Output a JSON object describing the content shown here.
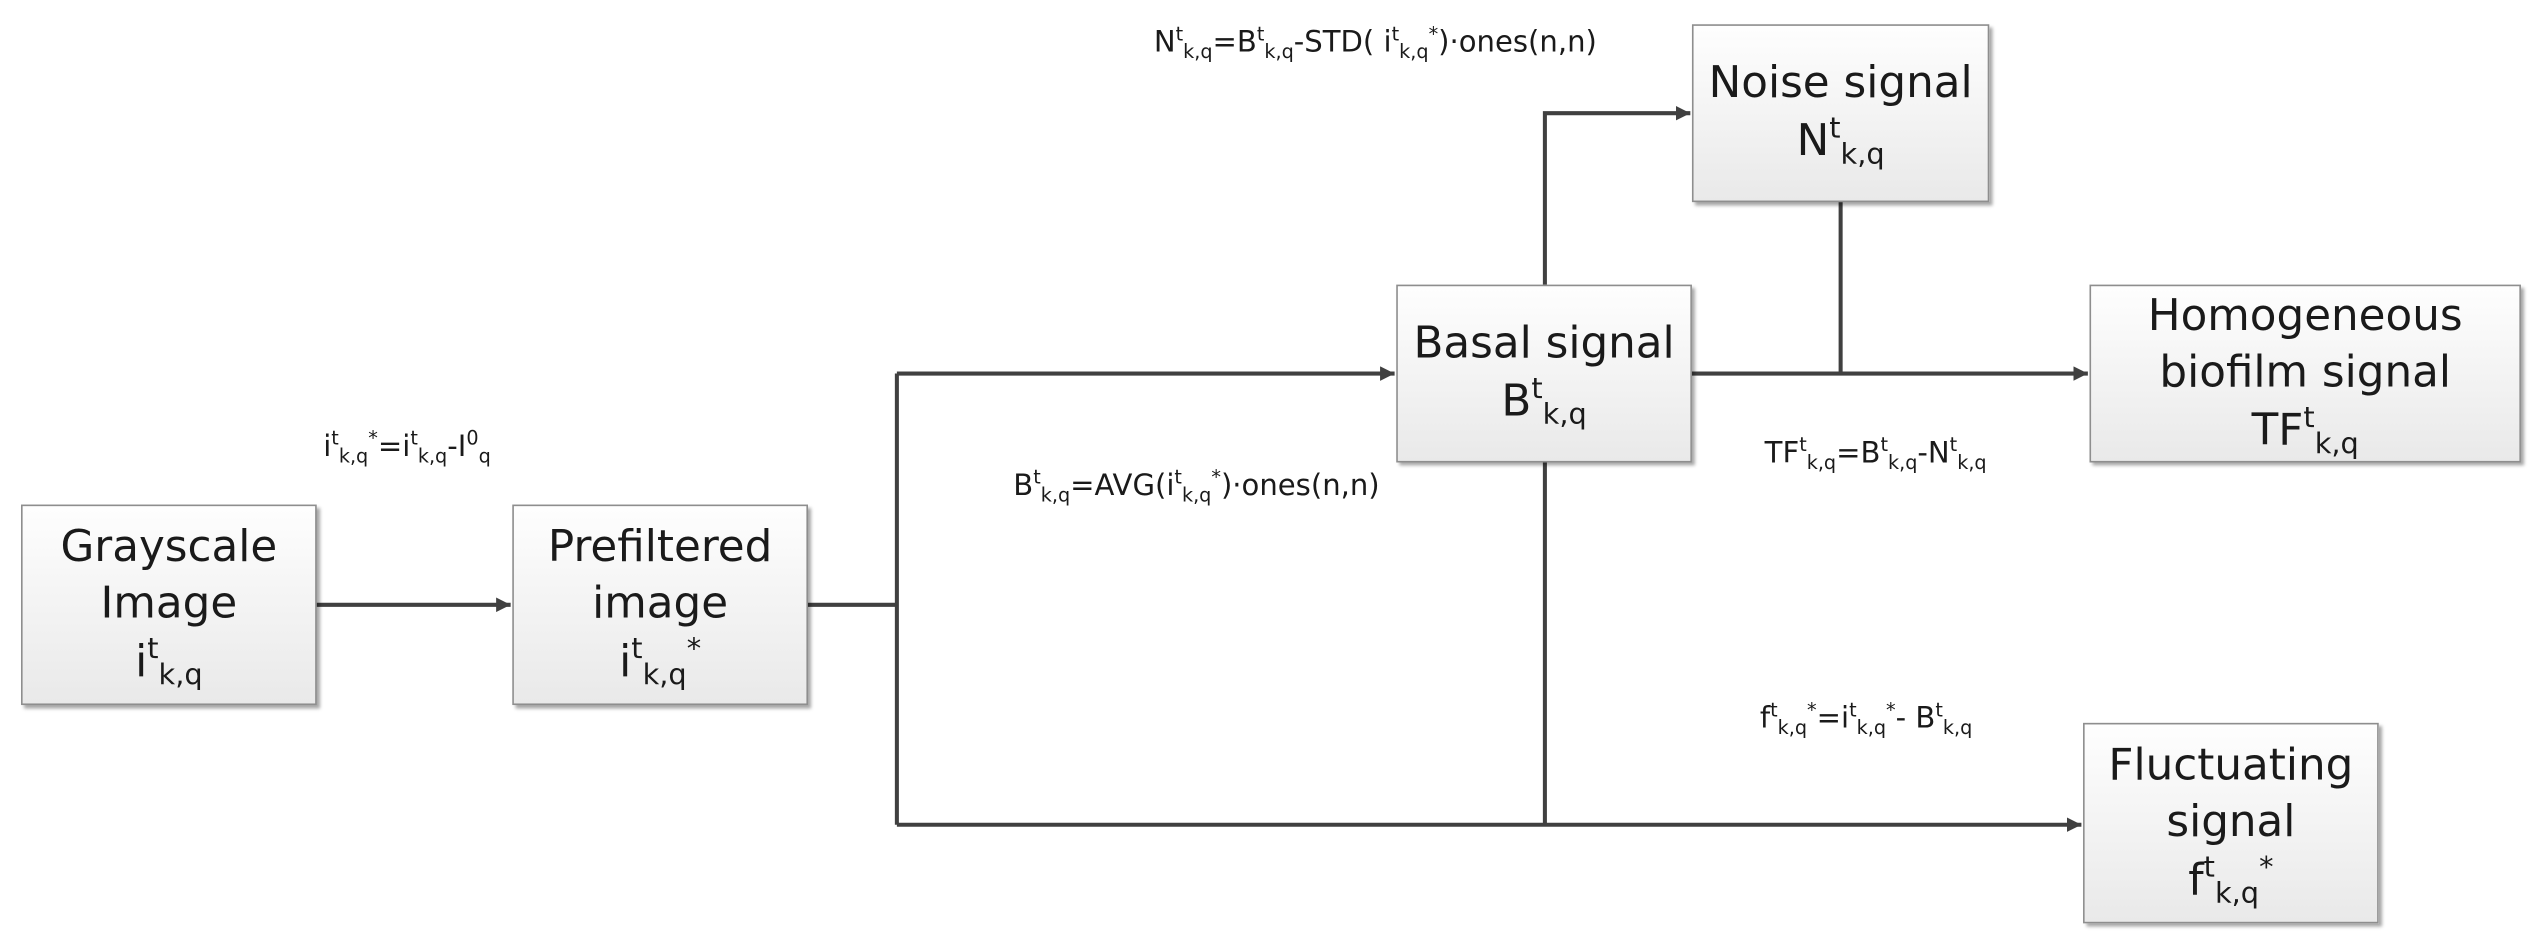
{
  "nodes": {
    "grayscale": {
      "lines": [
        "Grayscale",
        "Image"
      ]
    },
    "prefiltered": {
      "lines": [
        "Prefiltered",
        "image"
      ]
    },
    "basal": {
      "lines": [
        "Basal signal"
      ]
    },
    "noise": {
      "lines": [
        "Noise signal"
      ]
    },
    "homogeneous": {
      "lines": [
        "Homogeneous",
        "biofilm signal"
      ]
    },
    "fluctuating": {
      "lines": [
        "Fluctuating",
        "signal"
      ]
    }
  },
  "symbols": {
    "grayscale": {
      "base": "i",
      "sup": "t",
      "sub": "k,q"
    },
    "prefiltered": {
      "base": "i",
      "sup": "t",
      "sub": "k,q",
      "star": "*"
    },
    "basal": {
      "base": "B",
      "sup": "t",
      "sub": "k,q"
    },
    "noise": {
      "base": "N",
      "sup": "t",
      "sub": "k,q"
    },
    "homogeneous": {
      "base": "TF",
      "sup": "t",
      "sub": "k,q"
    },
    "fluctuating": {
      "base": "f",
      "sup": "t",
      "sub": "k,q",
      "star": "*"
    }
  },
  "equations": {
    "prefilter": [
      "i",
      "t",
      "k,q",
      "*",
      "=i",
      "t",
      "k,q",
      "-I",
      "0",
      "q"
    ],
    "basal": [
      "B",
      "t",
      "k,q",
      "=AVG(i",
      "t",
      "k,q",
      "*",
      ")·ones(n,n)"
    ],
    "noise": [
      "N",
      "t",
      "k,q",
      "=B",
      "t",
      "k,q",
      "-STD( i",
      "t",
      "k,q",
      "*",
      ")·ones(n,n)"
    ],
    "homogeneous": [
      "TF",
      "t",
      "k,q",
      "=B",
      "t",
      "k,q",
      "-N",
      "t",
      "k,q"
    ],
    "fluctuating": [
      "f",
      "t",
      "k,q",
      "*",
      "=i",
      "t",
      "k,q",
      "*",
      "- B",
      "t",
      "k,q"
    ]
  },
  "colors": {
    "line": "#404040",
    "box_border": "#8e8e8e",
    "box_top": "#fefefe",
    "box_bottom": "#e9e9e9",
    "text": "#1a1a1a"
  }
}
